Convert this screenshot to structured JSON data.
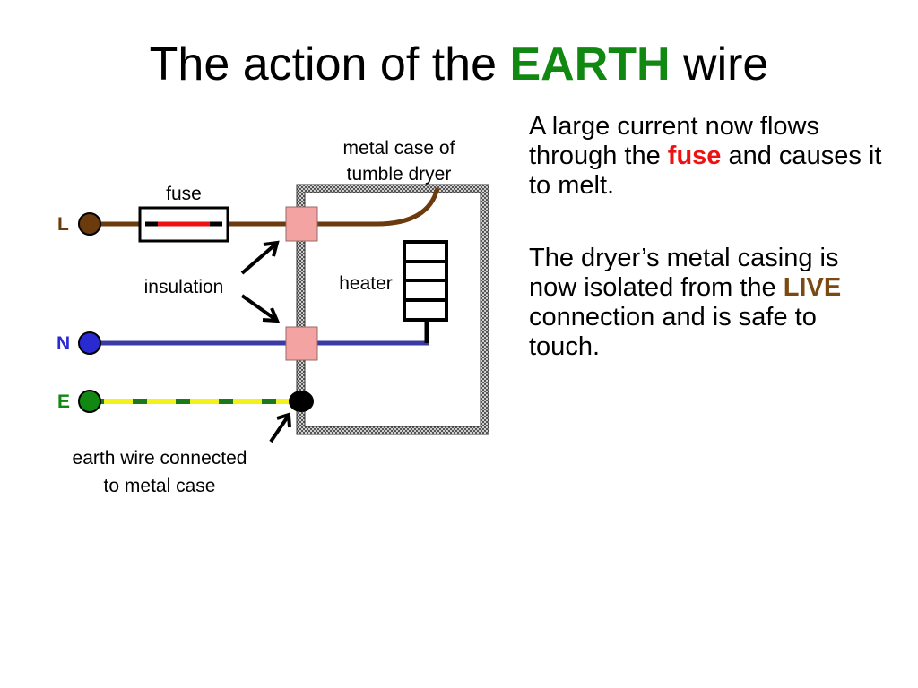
{
  "title": {
    "prefix": "The action of the ",
    "highlight": "EARTH",
    "suffix": " wire",
    "highlight_color": "#118811"
  },
  "text": {
    "p1_a": "A large current now flows through the ",
    "p1_kw": "fuse",
    "p1_b": " and causes it to melt.",
    "p1_kw_color": "#ee1111",
    "p2_a": "The dryer’s metal casing is now isolated from the ",
    "p2_kw": "LIVE",
    "p2_b": " connection and is safe to touch.",
    "p2_kw_color": "#7a4a12"
  },
  "diagram": {
    "labels": {
      "case": [
        "metal case of",
        "tumble dryer"
      ],
      "fuse": "fuse",
      "insulation": "insulation",
      "heater": "heater",
      "earth_note": [
        "earth wire connected",
        "to metal case"
      ]
    },
    "terminals": [
      {
        "key": "live",
        "label": "L",
        "color": "#6b3a0d"
      },
      {
        "key": "neutral",
        "label": "N",
        "color": "#2a2ad2"
      },
      {
        "key": "earth",
        "label": "E",
        "color": "#118811"
      }
    ],
    "colors": {
      "live_wire": "#6b3a0d",
      "neutral_wire": "#3a3aa5",
      "earth_green": "#1a7a1a",
      "earth_yellow": "#f2f21a",
      "insulation": "#f4a3a3",
      "fuse_element": "#ee1111",
      "case_fill": "#cfcfcf"
    }
  }
}
